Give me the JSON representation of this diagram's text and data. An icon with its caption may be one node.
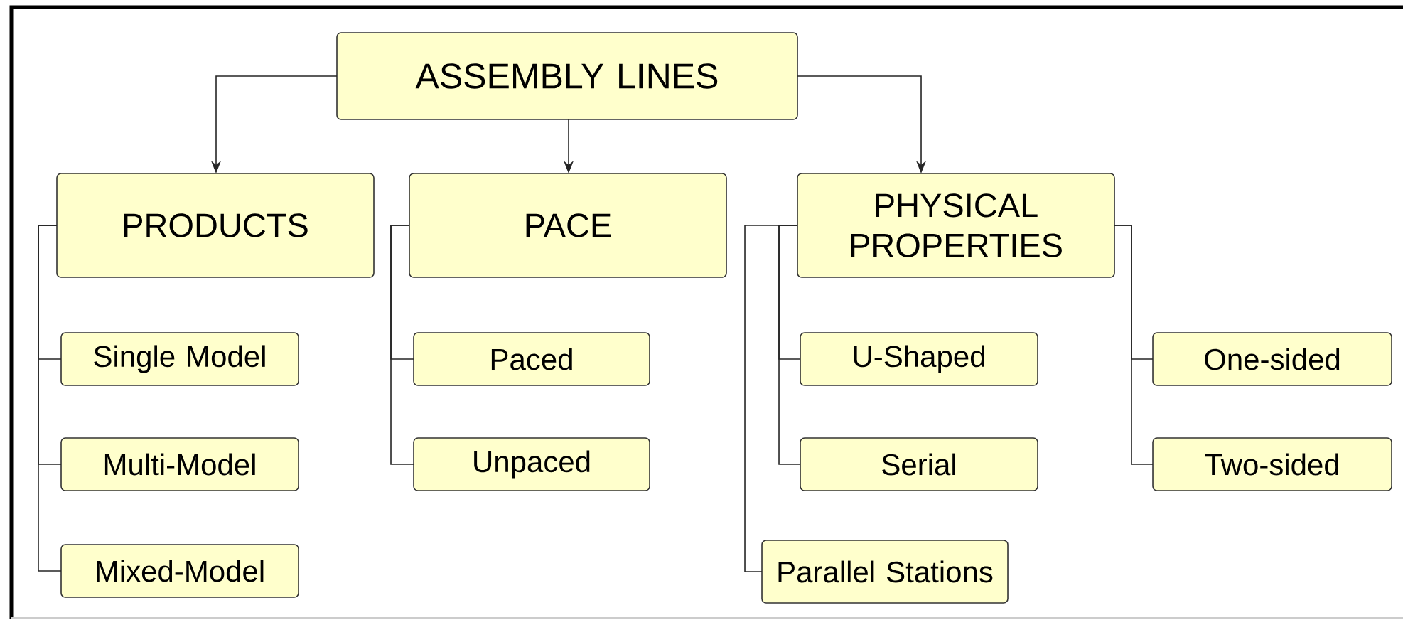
{
  "diagram": {
    "nodes": [
      {
        "text": [
          "ASSEMBLY LINES"
        ]
      },
      {
        "text": [
          "PRODUCTS"
        ]
      },
      {
        "text": [
          "PACE"
        ]
      },
      {
        "text": [
          "PHYSICAL PROPERTIES"
        ]
      },
      {
        "text": [
          "Single Model"
        ]
      },
      {
        "text": [
          "Multi-Model"
        ]
      },
      {
        "text": [
          "Mixed-Model"
        ]
      },
      {
        "text": [
          "Paced"
        ]
      },
      {
        "text": [
          "Unpaced"
        ]
      },
      {
        "text": [
          "U-Shaped"
        ]
      },
      {
        "text": [
          "Serial"
        ]
      },
      {
        "text": [
          "Parallel Stations"
        ]
      },
      {
        "text": [
          "One-sided"
        ]
      },
      {
        "text": [
          "Two-sided"
        ]
      }
    ],
    "edges": [
      {
        "from": 0,
        "to": 1,
        "arrow": "to"
      },
      {
        "from": 0,
        "to": 2,
        "arrow": "to"
      },
      {
        "from": 0,
        "to": 3,
        "arrow": "to"
      },
      {
        "from": 1,
        "to": 4,
        "arrow": "none"
      },
      {
        "from": 1,
        "to": 5,
        "arrow": "none"
      },
      {
        "from": 1,
        "to": 6,
        "arrow": "none"
      },
      {
        "from": 2,
        "to": 7,
        "arrow": "none"
      },
      {
        "from": 2,
        "to": 8,
        "arrow": "none"
      },
      {
        "from": 3,
        "to": 9,
        "arrow": "none"
      },
      {
        "from": 3,
        "to": 10,
        "arrow": "none"
      },
      {
        "from": 3,
        "to": 11,
        "arrow": "none"
      },
      {
        "from": 3,
        "to": 12,
        "arrow": "none"
      },
      {
        "from": 3,
        "to": 13,
        "arrow": "none"
      }
    ]
  }
}
